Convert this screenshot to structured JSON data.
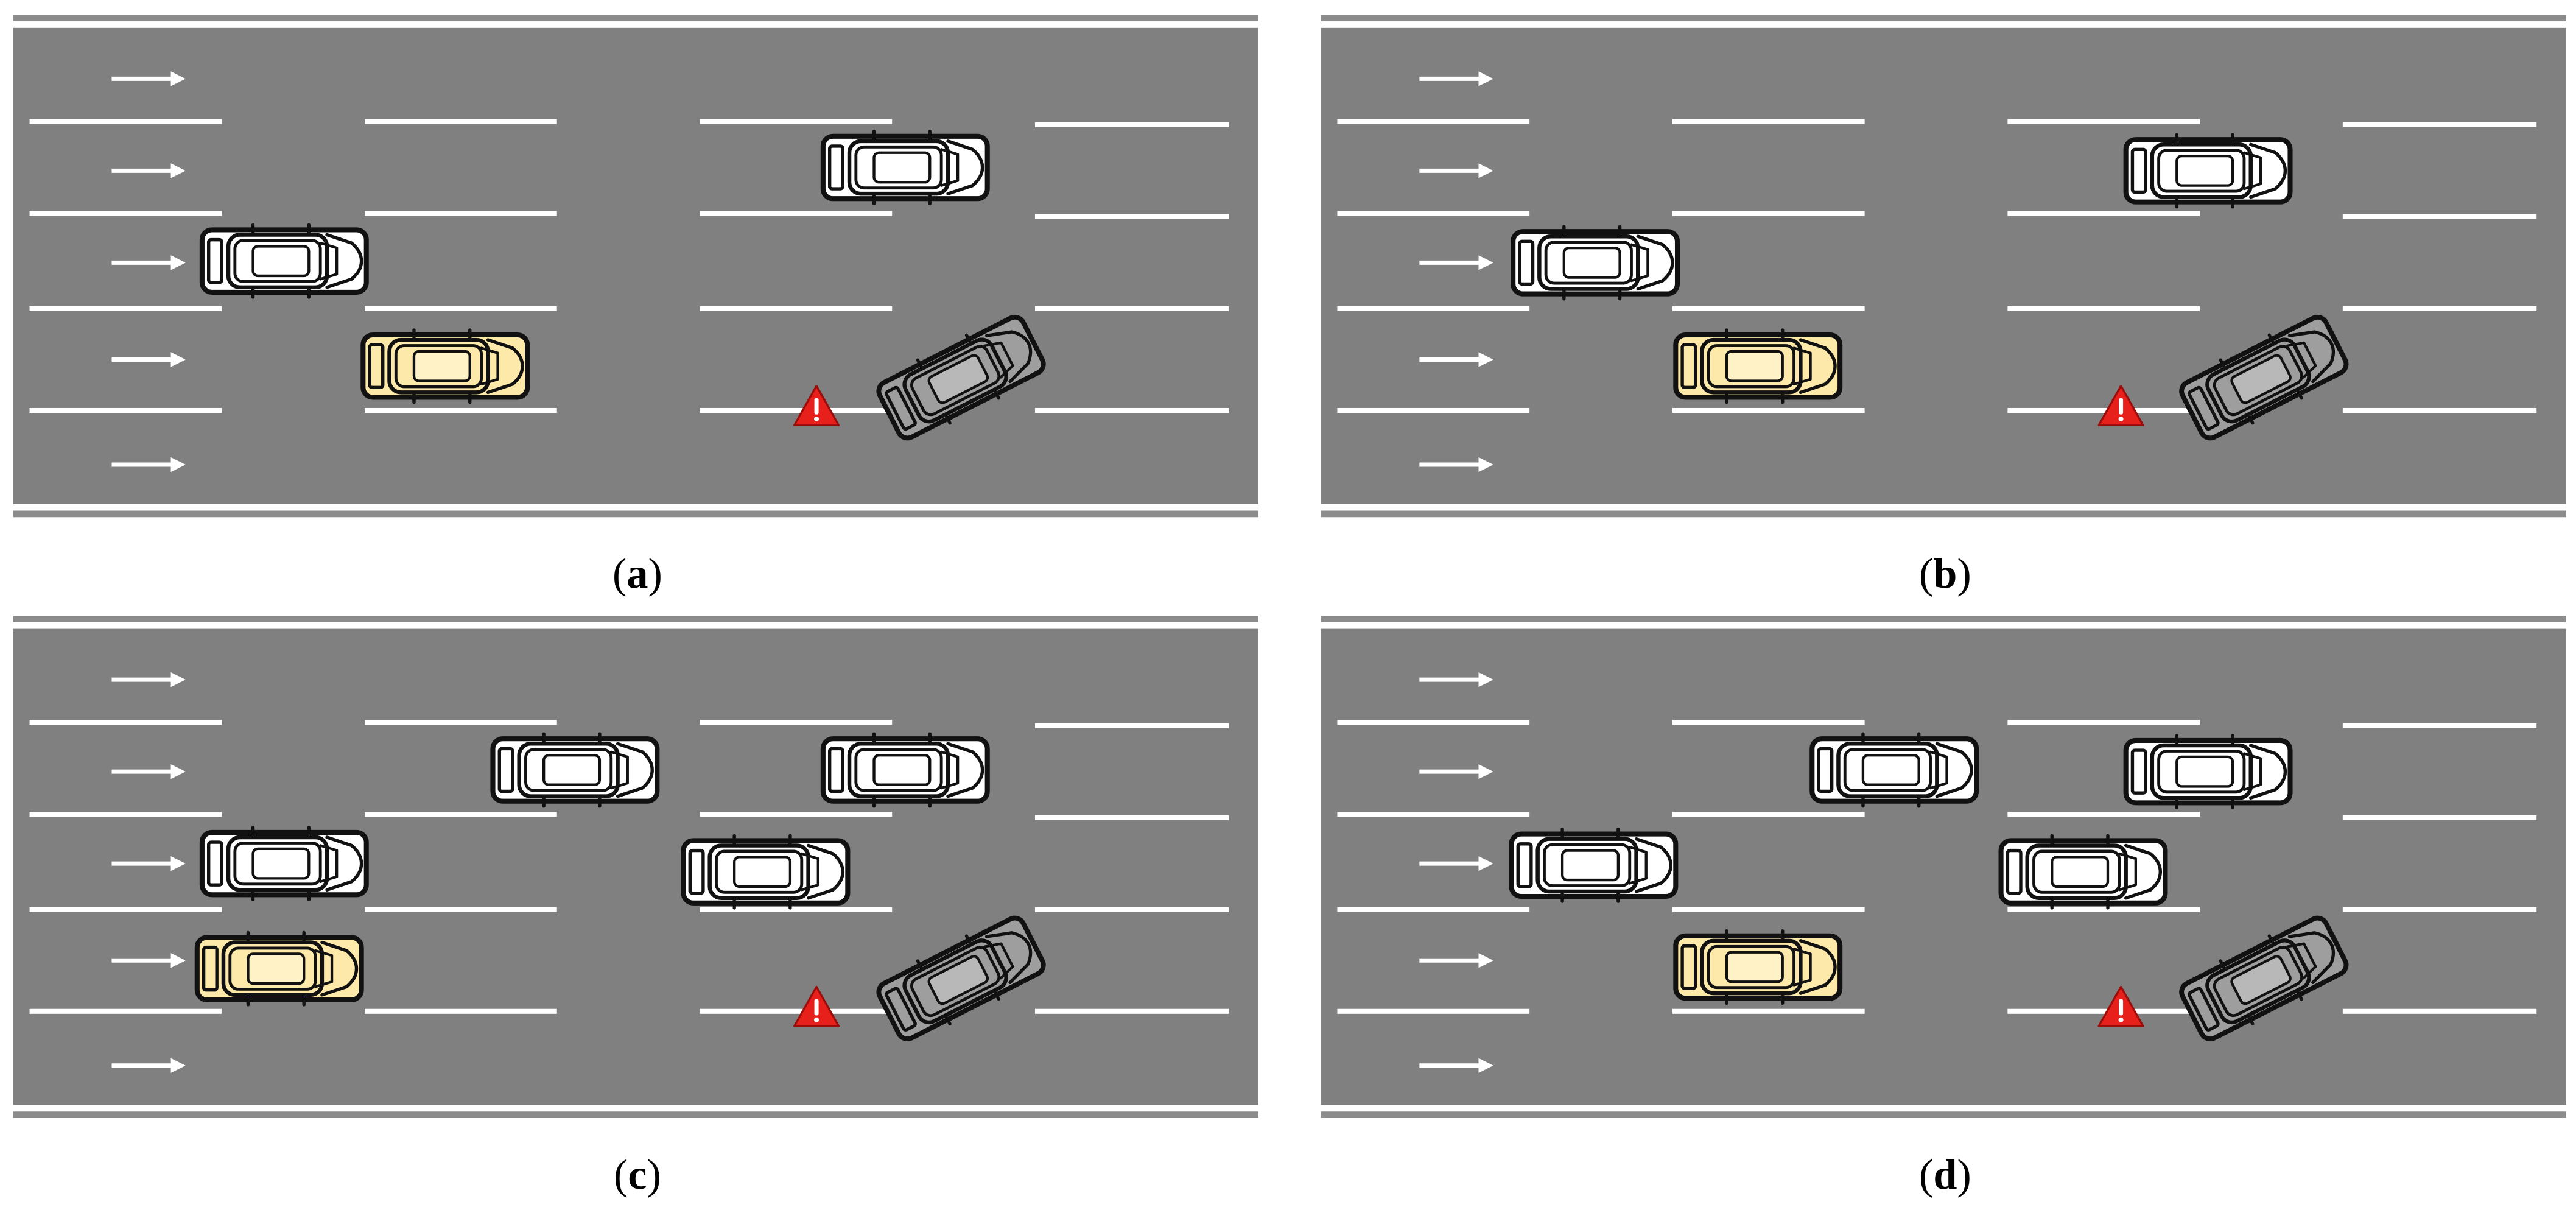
{
  "panels": [
    {
      "caption": "(a)"
    },
    {
      "caption": "(b)"
    },
    {
      "caption": "(c)"
    },
    {
      "caption": "(d)"
    }
  ],
  "colors": {
    "road": "#808080",
    "road_edge": "#8c8c8c",
    "lane_marking": "#ffffff",
    "car_outline": "#111111",
    "white_car": "#ffffff",
    "yellow_car": "#fde9a9",
    "yellow_car_roof": "#fff2c6",
    "gray_car": "#9e9e9e",
    "gray_car_roof": "#b8b8b8",
    "warning_red": "#e8201c",
    "warning_outline": "#9a0d0a",
    "warning_mark": "#ffffff",
    "caption_text": "#000000"
  },
  "icons": {
    "vehicle": "car-icon",
    "hazard": "warning-triangle-icon",
    "direction": "arrow-right-icon"
  }
}
